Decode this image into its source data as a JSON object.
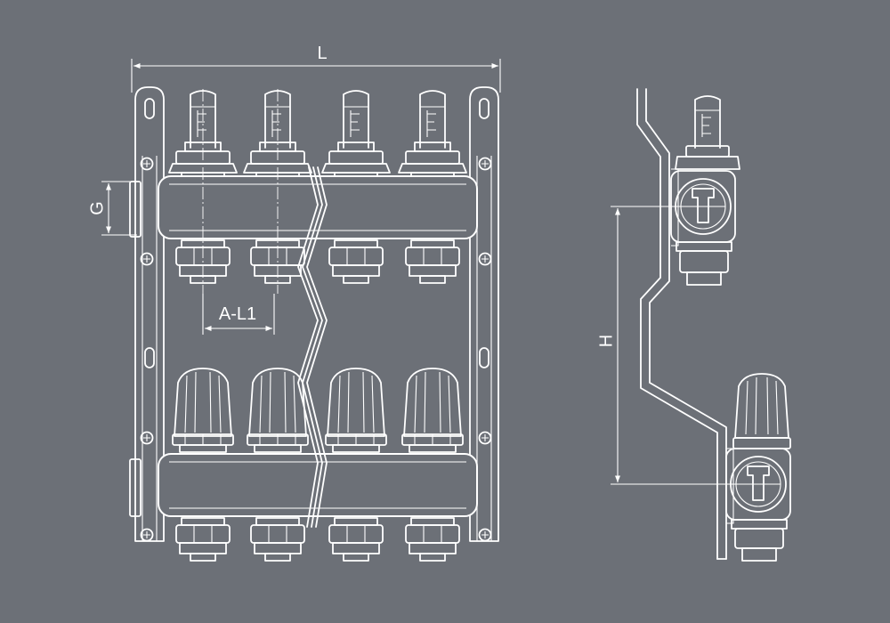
{
  "diagram": {
    "background": "#6c7077",
    "line_color": "#ffffff",
    "dimensions": {
      "length": "L",
      "thread": "G",
      "spacing": "A-L1",
      "height": "H"
    },
    "front_view": {
      "outlets_per_bar": 4,
      "bars": 2
    },
    "side_view": {
      "bars": 2
    }
  }
}
